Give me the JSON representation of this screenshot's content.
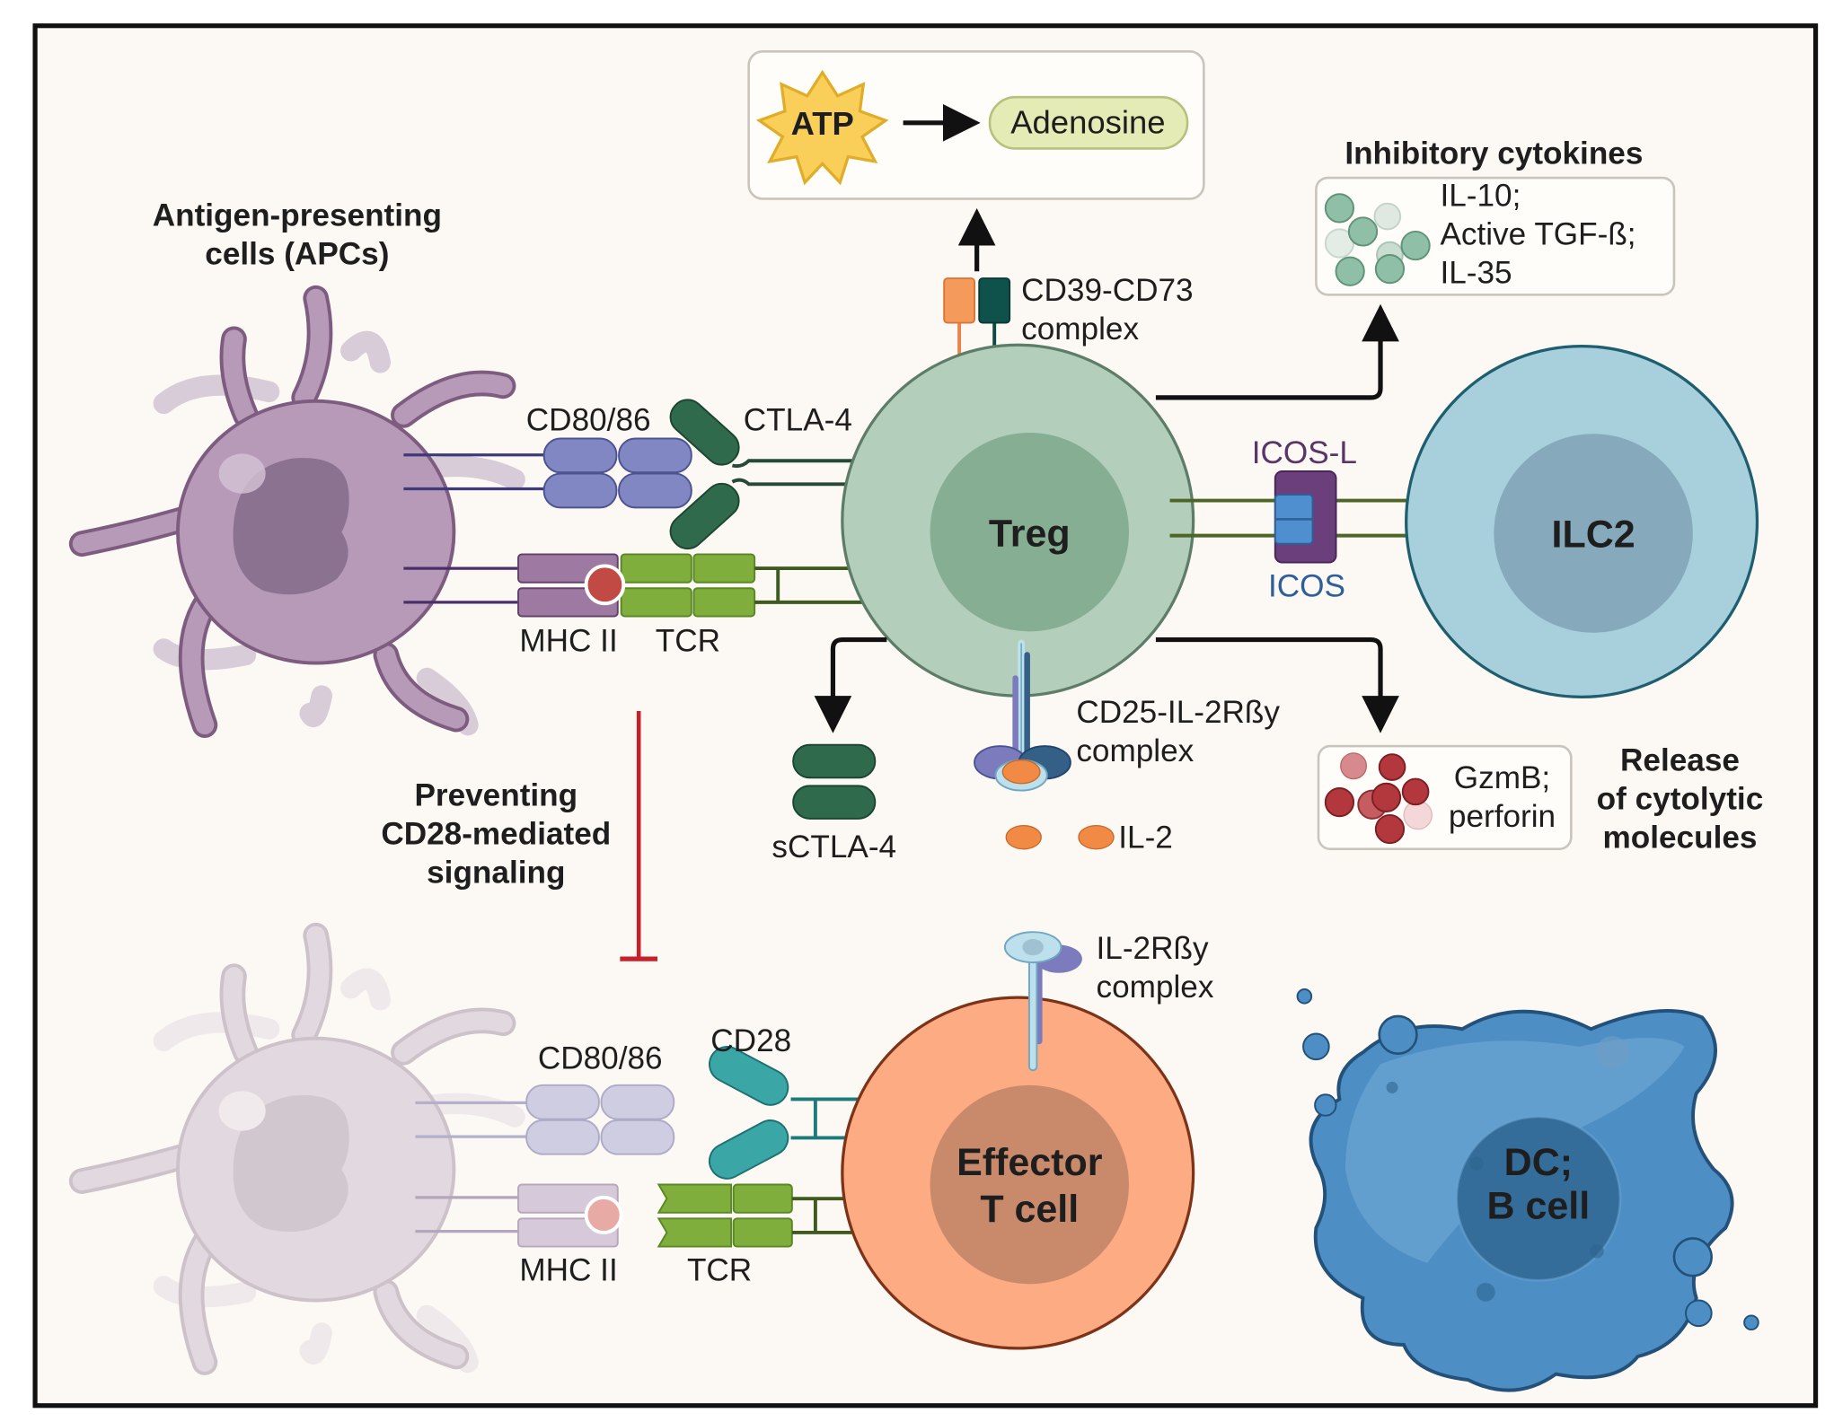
{
  "figure": {
    "background": "#fcf9f4",
    "frame_color": "#111111"
  },
  "top_box": {
    "atp": "ATP",
    "adenosine": "Adenosine"
  },
  "cd39": {
    "line1": "CD39-CD73",
    "line2": "complex"
  },
  "inhibitory": {
    "title": "Inhibitory cytokines",
    "items": [
      "IL-10;",
      "Active TGF-ß;",
      "IL-35"
    ]
  },
  "apc": {
    "title_line1": "Antigen-presenting",
    "title_line2": "cells (APCs)"
  },
  "top_interaction": {
    "cd80_label": "CD80/86",
    "ctla4_label": "CTLA-4",
    "mhc_label": "MHC II",
    "tcr_label": "TCR"
  },
  "cells": {
    "treg": "Treg",
    "ilc2": "ILC2",
    "effector_line1": "Effector",
    "effector_line2": "T cell",
    "dc_line1": "DC;",
    "dc_line2": "B cell"
  },
  "icos": {
    "ligand": "ICOS-L",
    "receptor": "ICOS"
  },
  "cd25": {
    "line1": "CD25-IL-2Rßy",
    "line2": "complex"
  },
  "il2": "IL-2",
  "sctla4": "sCTLA-4",
  "cytolytic": {
    "items_line1": "GzmB;",
    "items_line2": "perforin",
    "title_line1": "Release",
    "title_line2": "of cytolytic",
    "title_line3": "molecules"
  },
  "inhibition": {
    "line1": "Preventing",
    "line2": "CD28-mediated",
    "line3": "signaling",
    "color": "#c8202a"
  },
  "bottom_interaction": {
    "cd80_label": "CD80/86",
    "cd28_label": "CD28",
    "mhc_label": "MHC II",
    "tcr_label": "TCR"
  },
  "il2r": {
    "line1": "IL-2Rßy",
    "line2": "complex"
  },
  "colors": {
    "treg_outer": "#b3cfbc",
    "treg_inner": "#86ae93",
    "ilc2_outer": "#a7cfdc",
    "ilc2_inner": "#86aabb",
    "effector_outer": "#fdab82",
    "effector_inner": "#c98a6c",
    "apc": "#b69ab8",
    "dc": "#4d8fc4"
  }
}
